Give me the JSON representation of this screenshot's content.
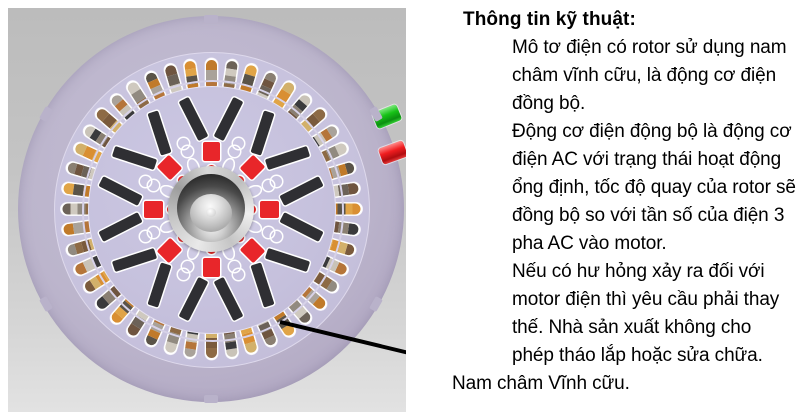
{
  "figure": {
    "name": "motor-cross-section",
    "caption_line": "leader line pointing to rotor permanent magnet",
    "colors": {
      "panel_background": "#c4c4c4",
      "housing": "#b3aac4",
      "stator_field": "#c7c2dd",
      "rotor": "#c6c1dd",
      "magnet": "#2f2f33",
      "magnet_accent": "#e8262a",
      "shaft": "#9d9d9d",
      "connector_green": "#17c217",
      "connector_red": "#f01d20",
      "leader_line": "#000000"
    },
    "parts": {
      "housing": "motor-housing",
      "stator": "stator-slots-with-copper-windings",
      "rotor": "rotor-with-permanent-magnets",
      "shaft": "rotor-shaft-bore",
      "connectors": [
        "green-terminal",
        "red-terminal"
      ]
    }
  },
  "panel": {
    "heading": "Thông tin kỹ thuật:",
    "paragraphs": [
      "Mô tơ điện có rotor sử dụng nam châm vĩnh cữu, là động cơ điện đồng bộ.",
      "Động cơ điện động bộ là động cơ điện AC với trạng thái hoạt động ổng định, tốc độ quay của rotor sẽ đồng bộ so với tần số của điện 3 pha AC vào motor.",
      "Nếu có hư hỏng xảy ra đối với motor điện thì yêu cầu phải thay thế. Nhà sản xuất không cho phép tháo lắp hoặc sửa chữa."
    ],
    "footer": "Nam châm Vĩnh cữu."
  }
}
